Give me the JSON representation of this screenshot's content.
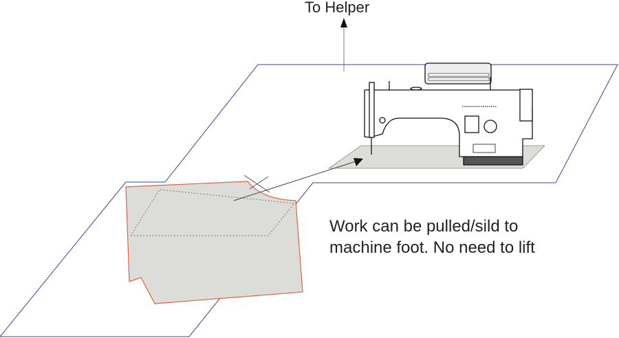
{
  "labels": {
    "helper": "To Helper",
    "note_line1": "Work can be pulled/sild to",
    "note_line2": "machine foot. No need to lift"
  },
  "colors": {
    "table_outline": "#3b3f9e",
    "fabric_outline": "#e8603c",
    "fabric_fill": "#dcdcd8",
    "machine_base": "#555555",
    "text": "#231f20"
  }
}
